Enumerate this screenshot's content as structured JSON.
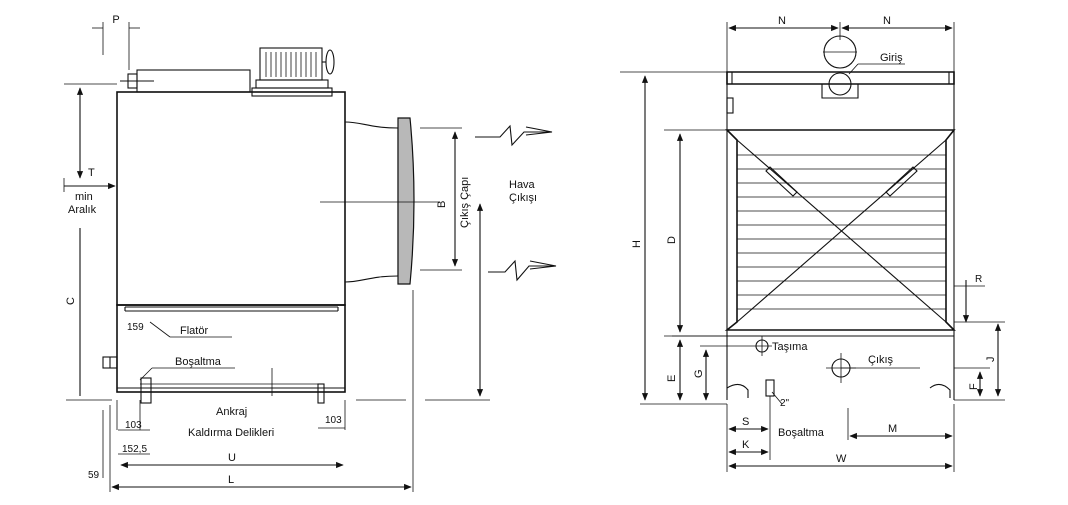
{
  "side_view": {
    "labels": {
      "p": "P",
      "t": "T",
      "min": "min",
      "aralik": "Aralık",
      "c": "C",
      "b": "B",
      "cikis_capi": "Çıkış Çapı",
      "hava": "Hava",
      "cikisi": "Çıkışı",
      "flator": "Flatör",
      "n159": "159",
      "bosaltma": "Boşaltma",
      "n103_left": "103",
      "n103_right": "103",
      "ankraj": "Ankraj",
      "kaldirma": "Kaldırma Delikleri",
      "n152_5": "152,5",
      "u": "U",
      "n59": "59",
      "l": "L"
    }
  },
  "front_view": {
    "labels": {
      "n_left": "N",
      "n_right": "N",
      "giris": "Giriş",
      "h": "H",
      "d": "D",
      "r": "R",
      "tasima": "Taşıma",
      "cikis": "Çıkış",
      "e": "E",
      "g": "G",
      "j": "J",
      "f": "F",
      "pipe_2in": "2\"",
      "s": "S",
      "k": "K",
      "bosaltma": "Boşaltma",
      "m": "M",
      "w": "W"
    }
  }
}
